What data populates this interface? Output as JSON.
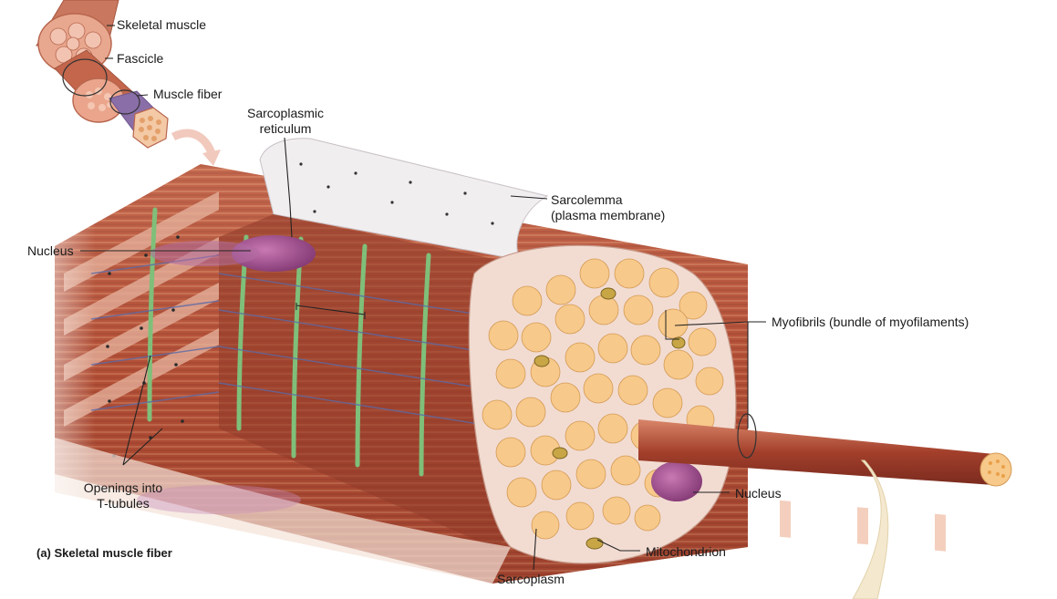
{
  "labels": {
    "skeletal_muscle": "Skeletal muscle",
    "fascicle": "Fascicle",
    "muscle_fiber": "Muscle fiber",
    "sarcoplasmic_reticulum_line1": "Sarcoplasmic",
    "sarcoplasmic_reticulum_line2": "reticulum",
    "sarcolemma_line1": "Sarcolemma",
    "sarcolemma_line2": "(plasma membrane)",
    "nucleus_left": "Nucleus",
    "myofibrils": "Myofibrils (bundle of myofilaments)",
    "openings_line1": "Openings into",
    "openings_line2": "T-tubules",
    "nucleus_right": "Nucleus",
    "mitochondrion": "Mitochondrion",
    "sarcoplasm": "Sarcoplasm",
    "caption": "(a) Skeletal muscle fiber"
  },
  "colors": {
    "muscle_red": "#a8432f",
    "muscle_light": "#e39c82",
    "myofibril_fill": "#f7c98a",
    "myofibril_dot": "#e9a04a",
    "sarcolemma": "#f1eef0",
    "t_tubule_green": "#7fbf7a",
    "sr_blue": "#5a6aa8",
    "nucleus_purple": "#9a4d8a",
    "pale_edge": "#f3e3d8"
  }
}
